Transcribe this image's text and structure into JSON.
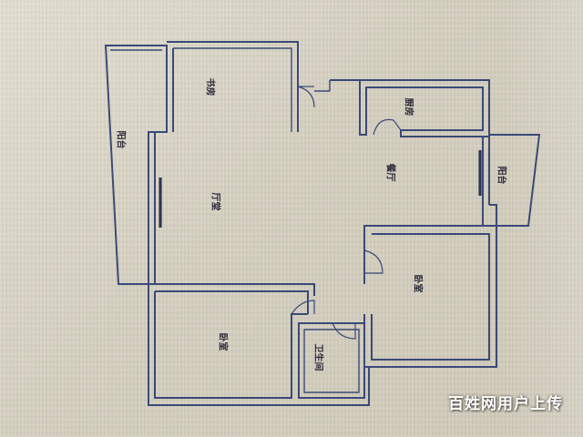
{
  "rooms": {
    "balcony_left": "阳台",
    "study": "书房",
    "living_room": "厅堂",
    "kitchen": "厨房",
    "dining_room": "餐厅",
    "balcony_right": "阳台",
    "bedroom_right": "卧室",
    "bedroom_left": "卧室",
    "bathroom": "卫生间"
  },
  "watermark": "百姓网用户上传",
  "colors": {
    "paper": "#d9d5c7",
    "walls": "#3a4a78",
    "text": "#2a2a3a",
    "watermark": "#ffffff"
  }
}
